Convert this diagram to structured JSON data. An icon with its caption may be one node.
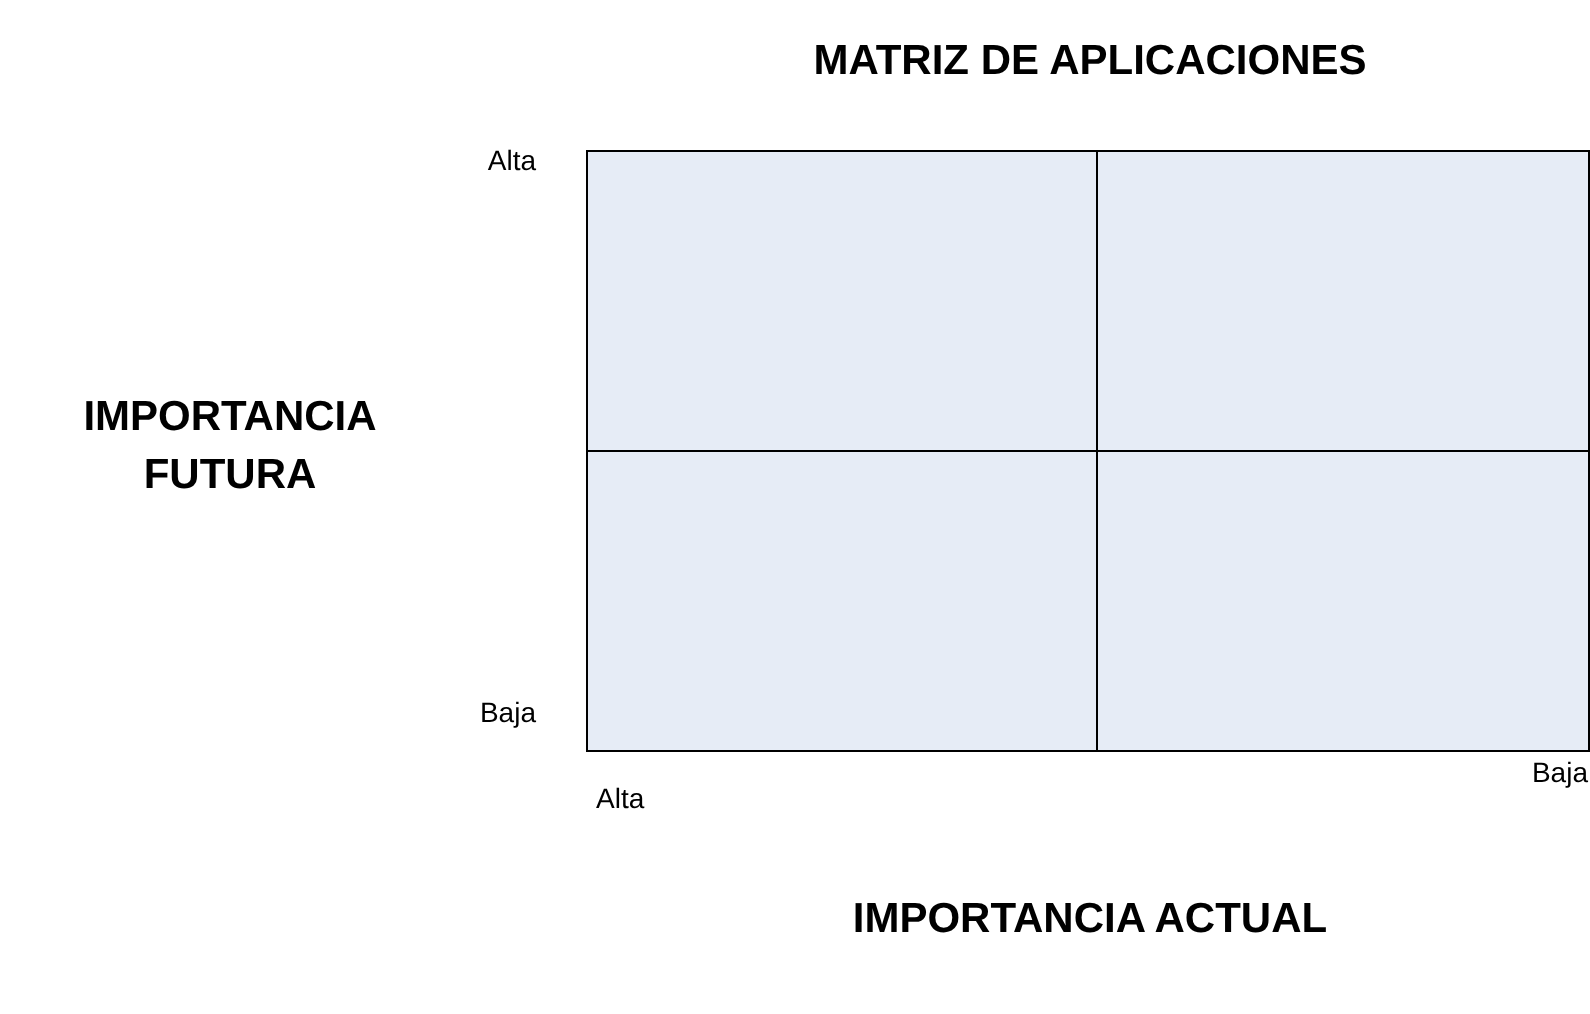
{
  "diagram": {
    "title": "MATRIZ DE APLICACIONES",
    "nodes": [
      {
        "text": [],
        "shape": "box"
      },
      {
        "text": [],
        "shape": "box"
      },
      {
        "text": [],
        "shape": "box"
      },
      {
        "text": [],
        "shape": "box"
      }
    ],
    "labels": [
      "Alta",
      "IMPORTANCIA FUTURA",
      "Baja",
      "Alta",
      "Baja",
      "IMPORTANCIA ACTUAL"
    ]
  }
}
